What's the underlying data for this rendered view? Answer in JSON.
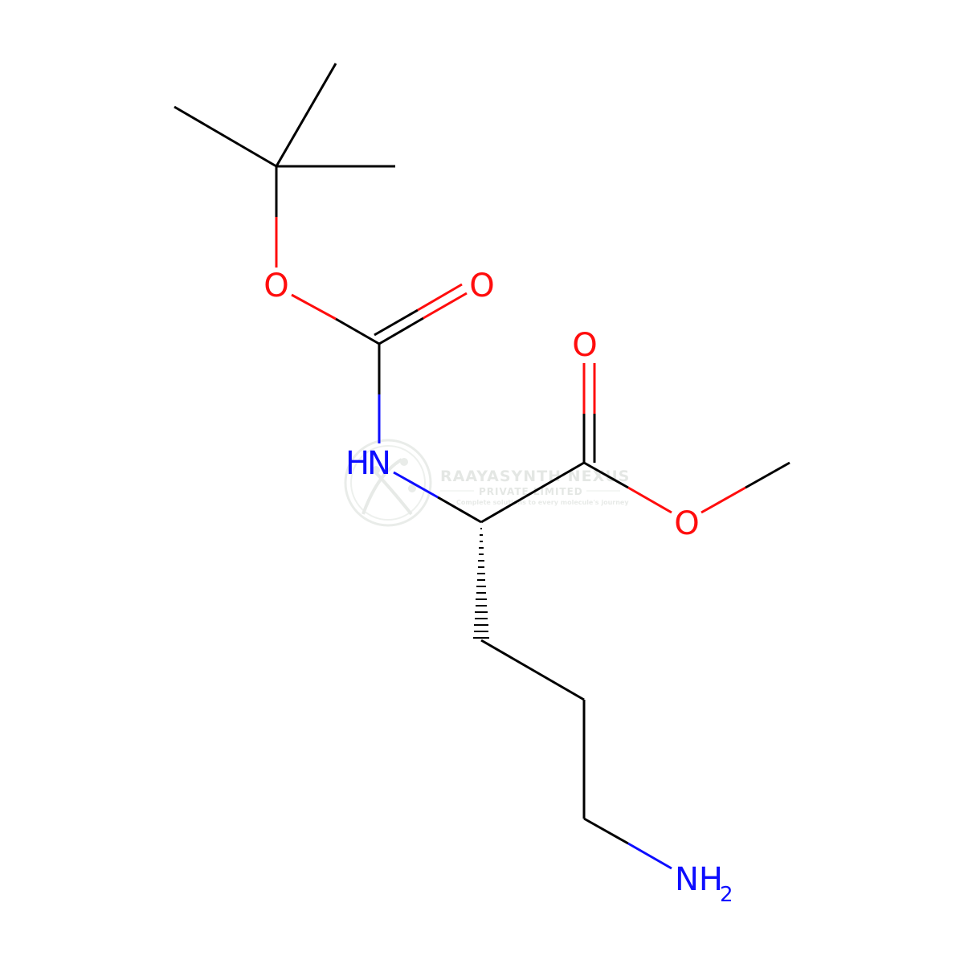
{
  "colors": {
    "bond": "#000000",
    "oxygen": "#ff0d0d",
    "nitrogen": "#0d0dff",
    "watermark": "#d8dcd8"
  },
  "atoms": {
    "o_ester_boc": "O",
    "o_carbonyl_boc": "O",
    "n_amide_h": "H",
    "n_amide": "N",
    "o_carbonyl_ester": "O",
    "o_ester_methyl": "O",
    "n_amine": "NH",
    "n_amine_sub": "2"
  },
  "watermark": {
    "title": "RAAYASYNTH NEXUS",
    "subtitle": "PRIVATE LIMITED",
    "tagline": "Complete solutions to every molecule's journey",
    "icon": "molecule-globe-icon"
  }
}
